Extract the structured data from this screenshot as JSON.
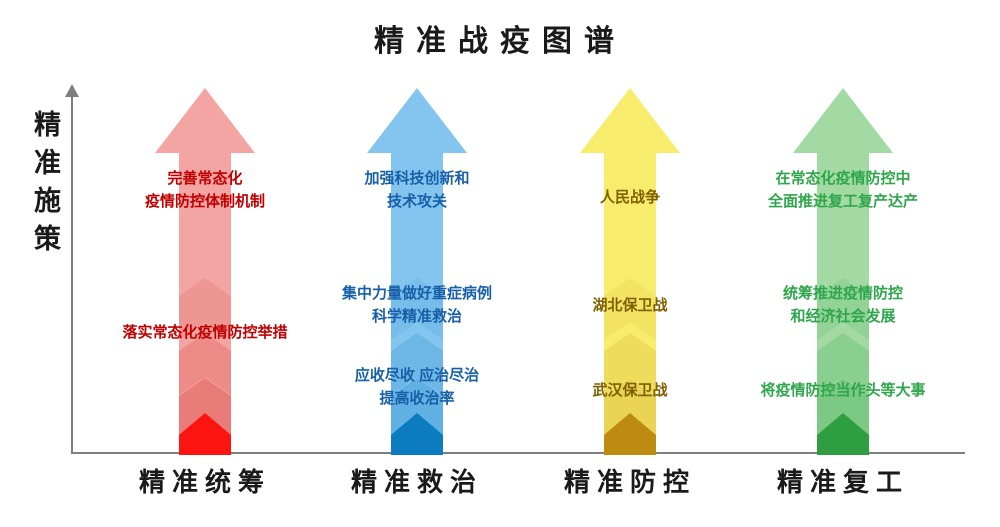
{
  "title": "精准战疫图谱",
  "axis": {
    "y_label": "精准施策",
    "line_color": "#7f7f7f"
  },
  "columns": [
    {
      "label": "精准统筹",
      "colors": {
        "body": "#F2A5A3",
        "chevron": "#E05450",
        "base": "#FB1410",
        "text": "#C00000"
      },
      "items": [
        "完善常态化\n疫情防控体制机制",
        "落实常态化疫情防控举措"
      ]
    },
    {
      "label": "精准救治",
      "colors": {
        "body": "#83C5EF",
        "chevron": "#3E9CD8",
        "base": "#0C7BC0",
        "text": "#1760A8"
      },
      "items": [
        "加强科技创新和\n技术攻关",
        "集中力量做好重症病例\n科学精准救治",
        "应收尽收  应治尽治\n提高收治率"
      ]
    },
    {
      "label": "精准防控",
      "colors": {
        "body": "#F8EC6C",
        "chevron": "#D9BC3B",
        "base": "#BC8B10",
        "text": "#7F6000"
      },
      "items": [
        "人民战争",
        "湖北保卫战",
        "武汉保卫战"
      ]
    },
    {
      "label": "精准复工",
      "colors": {
        "body": "#A3DAA3",
        "chevron": "#55B768",
        "base": "#2F9E41",
        "text": "#2FA64C"
      },
      "items": [
        "在常态化疫情防控中\n全面推进复工复产达产",
        "统筹推进疫情防控\n和经济社会发展",
        "将疫情防控当作头等大事"
      ]
    }
  ]
}
